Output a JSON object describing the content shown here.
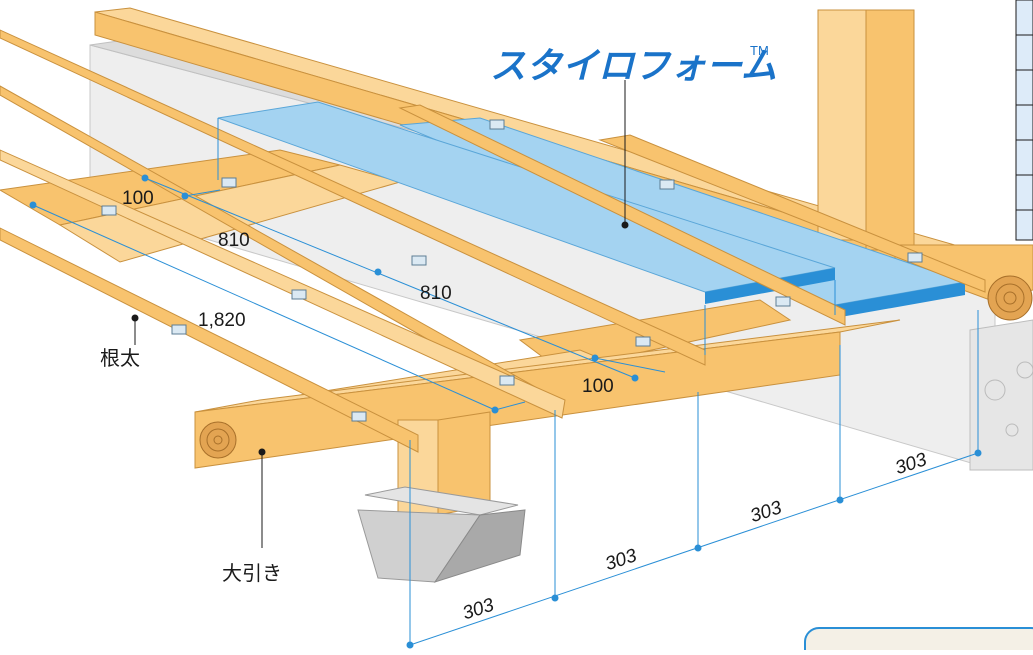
{
  "product": {
    "name": "スタイロフォーム",
    "trademark": "TM"
  },
  "labels": {
    "joist": "根太",
    "sleeper": "大引き"
  },
  "dimensions": {
    "joist_top_gap": "100",
    "span_upper": "810",
    "span_lower": "810",
    "overall": "1,820",
    "bottom_gap": "100",
    "pitch": [
      "303",
      "303",
      "303",
      "303"
    ]
  },
  "colors": {
    "wood_light": "#fbd79a",
    "wood_mid": "#f8c36e",
    "wood_dark": "#e3a452",
    "insulation_top": "#a4d3f1",
    "insulation_side": "#2a8fd6",
    "dimension_line": "#2a8fd6",
    "concrete": "#eeeeee"
  }
}
